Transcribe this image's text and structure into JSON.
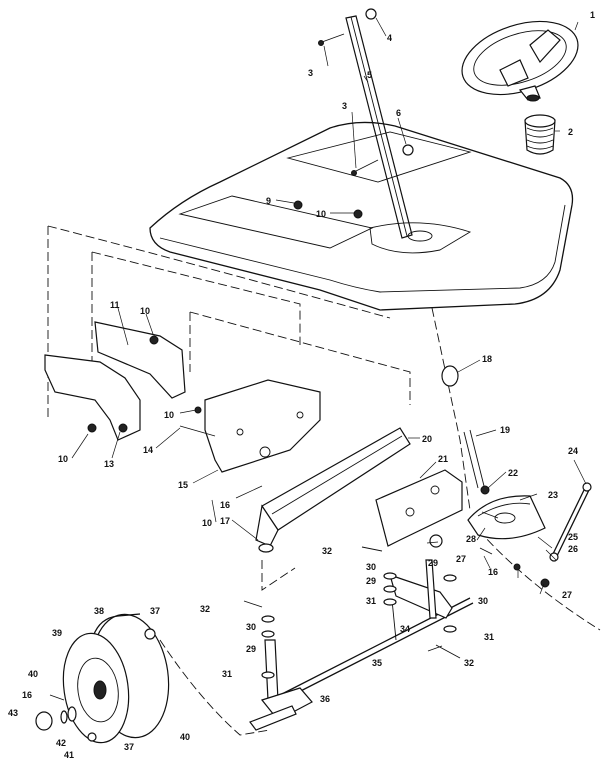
{
  "diagram": {
    "callouts": [
      "1",
      "2",
      "3",
      "3",
      "4",
      "5",
      "6",
      "9",
      "10",
      "10",
      "10",
      "10",
      "10",
      "11",
      "13",
      "14",
      "15",
      "16",
      "16",
      "16",
      "17",
      "18",
      "19",
      "20",
      "21",
      "22",
      "23",
      "24",
      "25",
      "26",
      "27",
      "27",
      "28",
      "29",
      "29",
      "29",
      "30",
      "30",
      "30",
      "31",
      "31",
      "31",
      "32",
      "32",
      "32",
      "34",
      "35",
      "36",
      "37",
      "37",
      "38",
      "39",
      "40",
      "40",
      "41",
      "42",
      "43"
    ]
  }
}
